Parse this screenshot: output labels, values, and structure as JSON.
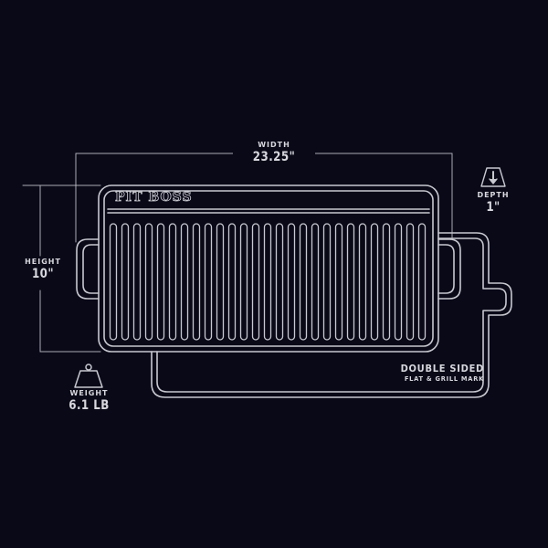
{
  "product": {
    "brand": "PIT BOSS",
    "feature_title": "DOUBLE SIDED",
    "feature_subtitle": "FLAT & GRILL MARK"
  },
  "dimensions": {
    "width": {
      "label": "WIDTH",
      "value": "23.25\""
    },
    "height": {
      "label": "HEIGHT",
      "value": "10\""
    },
    "depth": {
      "label": "DEPTH",
      "value": "1\""
    },
    "weight": {
      "label": "WEIGHT",
      "value": "6.1 LB"
    }
  },
  "icons": {
    "depth": "depth-arrow-icon",
    "weight": "weight-icon"
  },
  "grill_grooves": 27,
  "colors": {
    "background": "#0a0918",
    "line": "#c8c8d0",
    "text": "#d8d8de"
  }
}
